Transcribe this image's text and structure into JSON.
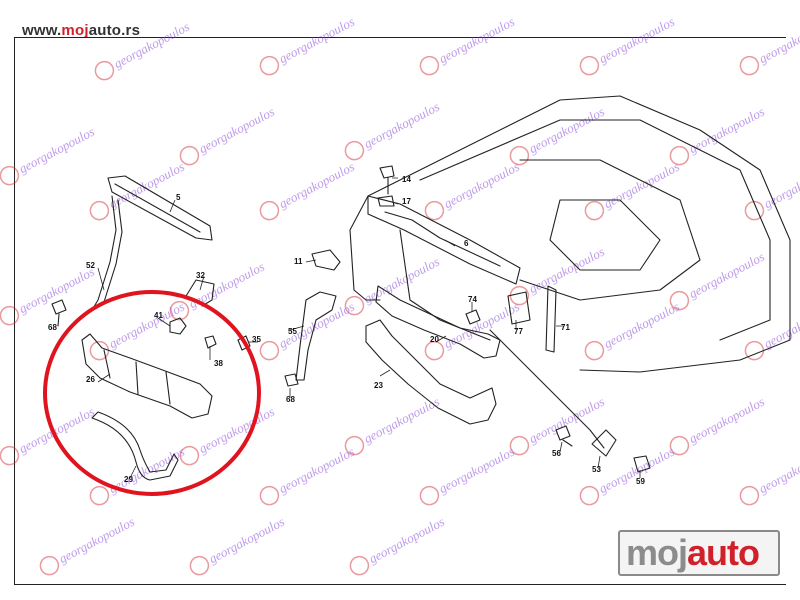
{
  "header": {
    "url_prefix": "www.",
    "url_brand_accent": "moj",
    "url_brand_base": "auto",
    "url_suffix": ".rs"
  },
  "logo": {
    "base": "moj",
    "accent": "auto"
  },
  "watermark": {
    "text": "georgakopoulos"
  },
  "colors": {
    "accent": "#d0202a",
    "highlight_circle": "#e0141e",
    "watermark": "#8a4ad8",
    "line": "#222222"
  },
  "callouts": [
    "5",
    "52",
    "68",
    "41",
    "38",
    "26",
    "29",
    "32",
    "35",
    "14",
    "17",
    "6",
    "11",
    "55",
    "68",
    "23",
    "20",
    "74",
    "77",
    "71",
    "56",
    "53",
    "59"
  ]
}
